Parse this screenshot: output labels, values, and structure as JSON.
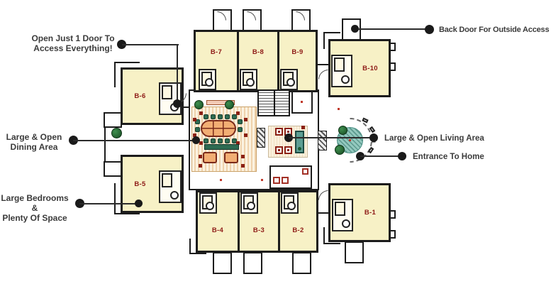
{
  "rooms": [
    {
      "label": "B-1"
    },
    {
      "label": "B-2"
    },
    {
      "label": "B-3"
    },
    {
      "label": "B-4"
    },
    {
      "label": "B-5"
    },
    {
      "label": "B-6"
    },
    {
      "label": "B-7"
    },
    {
      "label": "B-8"
    },
    {
      "label": "B-9"
    },
    {
      "label": "B-10"
    }
  ],
  "annotations": {
    "open_door": {
      "line1": "Open Just 1 Door To",
      "line2": "Access Everything!"
    },
    "back_door": {
      "label": "Back Door For Outside Access"
    },
    "dining": {
      "line1": "Large & Open",
      "line2": "Dining Area"
    },
    "bedrooms": {
      "line1": "Large Bedrooms &",
      "line2": "Plenty Of Space"
    },
    "living": {
      "label": "Large & Open Living Area"
    },
    "entrance": {
      "label": "Entrance To Home"
    }
  },
  "colors": {
    "room_fill": "#F7F1C6",
    "wall": "#1C1C1C",
    "room_label": "#8E1A16",
    "annotation_text": "#3B3B3B",
    "dining_table": "#F2AE74",
    "chair_green": "#2E6B52",
    "accent_red": "#8B2013",
    "entry_circle": "#93C9BE",
    "plant_green": "#1E5B33"
  }
}
